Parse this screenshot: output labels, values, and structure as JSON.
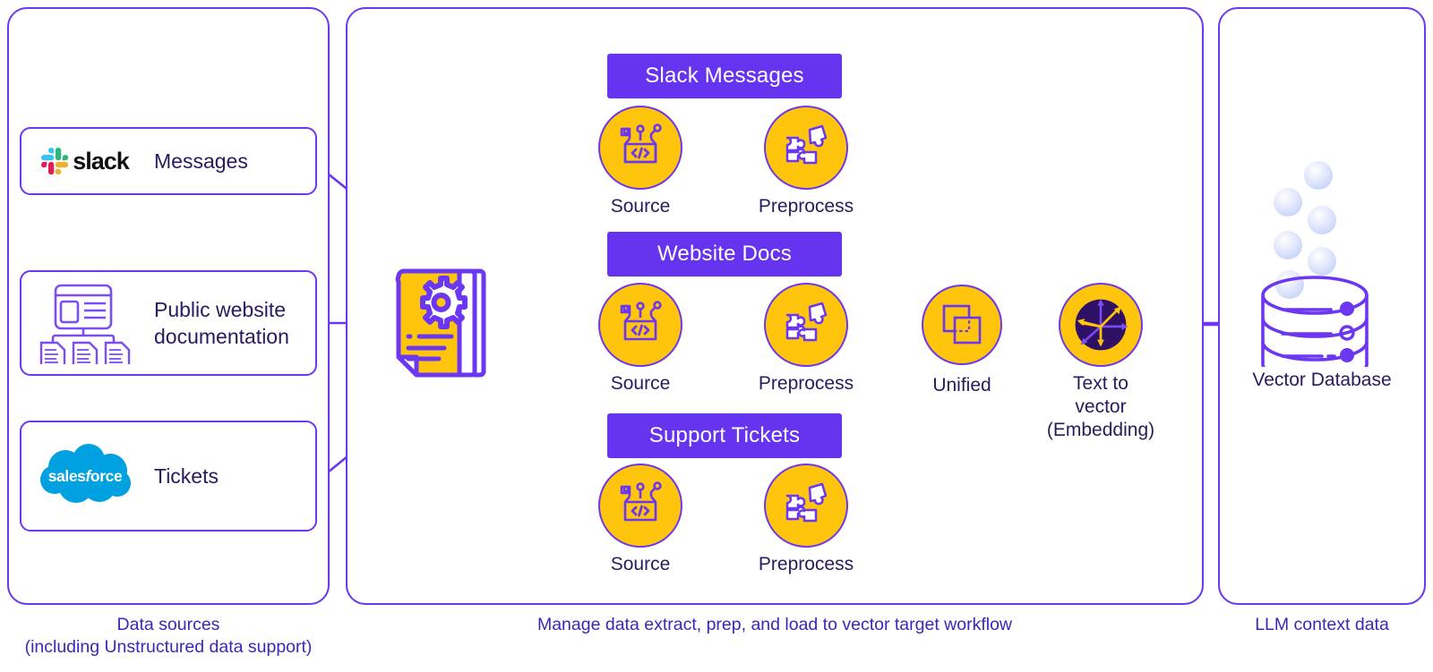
{
  "theme": {
    "purple": "#6B37F0",
    "banner_purple": "#6633EE",
    "yellow": "#FFC40C",
    "text_navy": "#2a1a5e",
    "caption_purple": "#3a28b8",
    "slack_logo_colors": [
      "#36C5F0",
      "#2EB67D",
      "#ECB22E",
      "#E01E5A"
    ],
    "salesforce_blue": "#00A1E0",
    "embed_core": "#2E1065",
    "bubble_blue": "#DCE3FB"
  },
  "panels": {
    "sources": {
      "caption": "Data sources\n(including Unstructured data support)"
    },
    "workflow": {
      "caption": "Manage data extract, prep, and load to vector target workflow"
    },
    "llm": {
      "caption": "LLM context data"
    }
  },
  "sources": [
    {
      "id": "slack",
      "logo": "slack-logo",
      "logo_text": "slack",
      "label": "Messages"
    },
    {
      "id": "website",
      "logo": "website-docs-icon",
      "logo_text": "",
      "label": "Public website\ndocumentation"
    },
    {
      "id": "salesforce",
      "logo": "salesforce-logo",
      "logo_text": "salesforce",
      "label": "Tickets"
    }
  ],
  "hub": {
    "icon": "document-gear-icon"
  },
  "lanes": [
    {
      "id": "slack-lane",
      "banner": "Slack Messages",
      "steps": [
        {
          "icon": "source-box-code-icon",
          "label": "Source"
        },
        {
          "icon": "puzzle-pieces-icon",
          "label": "Preprocess"
        }
      ]
    },
    {
      "id": "website-lane",
      "banner": "Website Docs",
      "steps": [
        {
          "icon": "source-box-code-icon",
          "label": "Source"
        },
        {
          "icon": "puzzle-pieces-icon",
          "label": "Preprocess"
        }
      ]
    },
    {
      "id": "tickets-lane",
      "banner": "Support Tickets",
      "steps": [
        {
          "icon": "source-box-code-icon",
          "label": "Source"
        },
        {
          "icon": "puzzle-pieces-icon",
          "label": "Preprocess"
        }
      ]
    }
  ],
  "merge": {
    "icon": "stacked-squares-icon",
    "label": "Unified"
  },
  "embedding": {
    "icon": "vector-axes-icon",
    "label": "Text to vector\n(Embedding)"
  },
  "target": {
    "icon": "database-cylinder-icon",
    "label": "Vector Database"
  }
}
